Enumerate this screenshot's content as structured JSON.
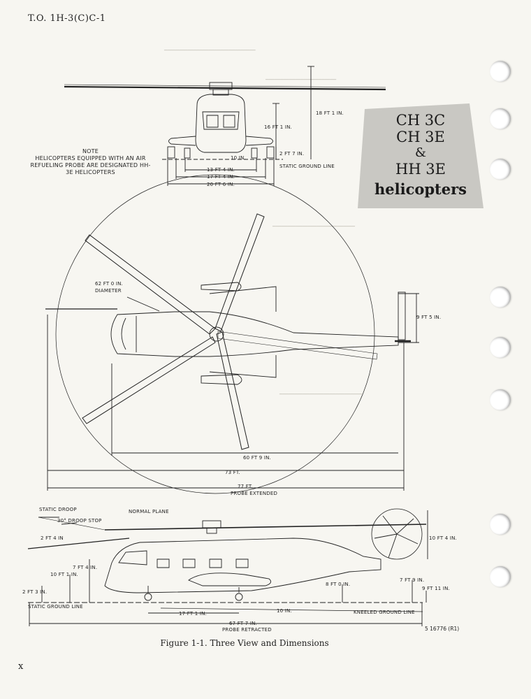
{
  "header": {
    "to_number": "T.O. 1H-3(C)C-1"
  },
  "titles": {
    "line1": "CH 3C",
    "line2": "CH 3E",
    "line3": "&",
    "line4": "HH 3E",
    "line5": "helicopters"
  },
  "note": {
    "heading": "NOTE",
    "body": "HELICOPTERS EQUIPPED WITH AN AIR REFUELING PROBE ARE DESIGNATED HH-3E HELICOPTERS"
  },
  "front_view": {
    "d_height": "18 FT 1 IN.",
    "d_hub": "16 FT 1 IN.",
    "d_gear": "2 FT 7 IN.",
    "d_track_inner": "10 IN.",
    "d_width1": "13 FT 4 IN.",
    "d_width2": "17 FT 4 IN.",
    "d_width3": "20 FT 6 IN.",
    "ground": "STATIC GROUND LINE"
  },
  "top_view": {
    "d_rotor": "62 FT 0 IN.",
    "d_rotor_label": "DIAMETER",
    "d_tail": "9 FT 5 IN.",
    "d_len1": "60 FT 9 IN.",
    "d_len2": "73 FT.",
    "d_len3": "77 FT.",
    "d_len3_label": "PROBE EXTENDED"
  },
  "side_view": {
    "static_droop": "STATIC DROOP",
    "droop_stop": "30° DROOP STOP",
    "normal_plane": "NORMAL PLANE",
    "d_blade_droop": "2 FT 4 IN",
    "d_hub_h": "7 FT 4 IN.",
    "d_nose_h": "10 FT 1 IN.",
    "d_gear_h": "2 FT 3 IN.",
    "d_fuse": "8 FT 0 IN.",
    "d_tail_rotor": "10 FT 4 IN.",
    "d_tail_h": "7 FT 9 IN.",
    "d_tail_h2": "9 FT 11 IN.",
    "d_wheelbase": "17 FT 1 IN.",
    "d_10in": "10 IN.",
    "d_len": "67 FT 7 IN.",
    "d_len_label": "PROBE RETRACTED",
    "static_ground": "STATIC GROUND LINE",
    "kneeled_ground": "KNEELED GROUND LINE"
  },
  "caption": "Figure 1-1.  Three View and Dimensions",
  "figure_id": "5 16776 (R1)",
  "page_letter": "x"
}
